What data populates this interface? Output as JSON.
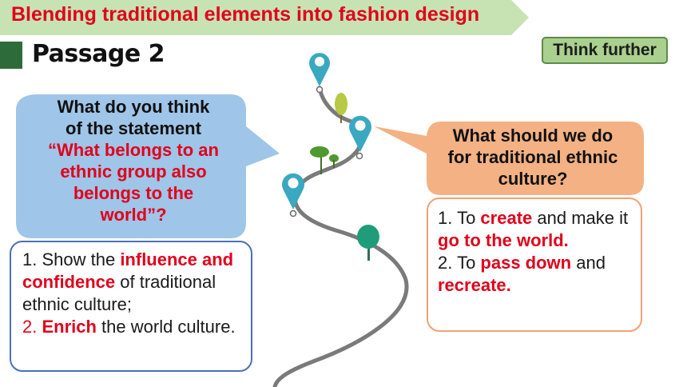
{
  "header": {
    "title": "Blending traditional elements into fashion design"
  },
  "section": {
    "title": "Passage 2"
  },
  "badge": {
    "label": "Think further"
  },
  "question_left": {
    "line_1": "What do you think",
    "line_2": "of the statement",
    "quote_1": "“What belongs to an",
    "quote_2": "ethnic group also",
    "quote_3": "belongs to the",
    "quote_4": "world”?"
  },
  "answer_left": {
    "p1_a": "1. Show the ",
    "p1_hl": "influence and confidence",
    "p1_b": " of traditional ethnic culture;",
    "p2_a": "2. ",
    "p2_hl": "Enrich",
    "p2_b": " the world culture."
  },
  "question_right": {
    "line_1": "What should we do",
    "line_2": "for traditional ethnic",
    "line_3": "culture?"
  },
  "answer_right": {
    "p1_a": "1. To ",
    "p1_hl1": "create",
    "p1_b": " and make it ",
    "p1_hl2": "go to the world.",
    "p2_a": "2. To ",
    "p2_hl1": "pass down",
    "p2_b": " and ",
    "p2_hl2": "recreate."
  },
  "colors": {
    "banner": "#c7e3b4",
    "title_red": "#e0001b",
    "left_bubble": "#9fc5e8",
    "right_bubble": "#f4b183",
    "pin": "#3aa8c1",
    "road": "#7a7a7a"
  },
  "icons": [
    "map-pin-icon",
    "tree-icon"
  ]
}
